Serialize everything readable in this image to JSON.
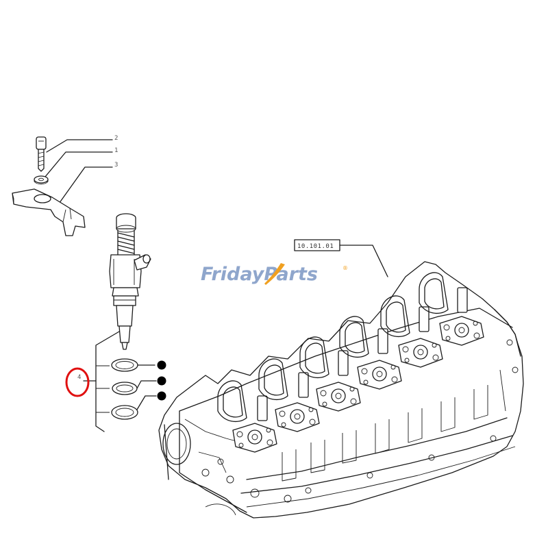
{
  "callouts": {
    "screw": "2",
    "washer": "1",
    "clamp": "3",
    "injector_group": "4"
  },
  "reference_label": "10.101.01",
  "watermark": {
    "part1": "Friday",
    "part2": "Parts",
    "mark": "®",
    "color_primary": "#8fa6cc",
    "color_accent": "#f0a020"
  },
  "highlight_color": "#e01010",
  "icons": [
    "bolt",
    "washer",
    "injector-clamp",
    "fuel-injector",
    "o-ring",
    "filled-dot",
    "cylinder-head"
  ]
}
